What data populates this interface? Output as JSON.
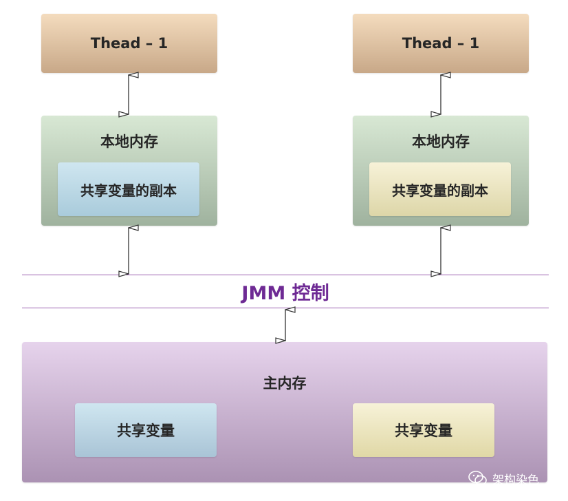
{
  "threads": [
    {
      "label": "Thead – 1",
      "local_memory": "本地内存",
      "copy": "共享变量的副本"
    },
    {
      "label": "Thead – 1",
      "local_memory": "本地内存",
      "copy": "共享变量的副本"
    }
  ],
  "jmm_label": "JMM 控制",
  "main_memory": {
    "title": "主内存",
    "variables": [
      "共享变量",
      "共享变量"
    ]
  },
  "watermark": "架构染色",
  "colors": {
    "thread_box": "#dfc2a2",
    "local_memory_box": "#bccdb8",
    "copy_blue": "#bcd8e5",
    "copy_yellow": "#eae3c0",
    "jmm_line": "#9a5fb0",
    "jmm_text": "#6e2a94",
    "main_memory_box": "#c8b2cf"
  }
}
